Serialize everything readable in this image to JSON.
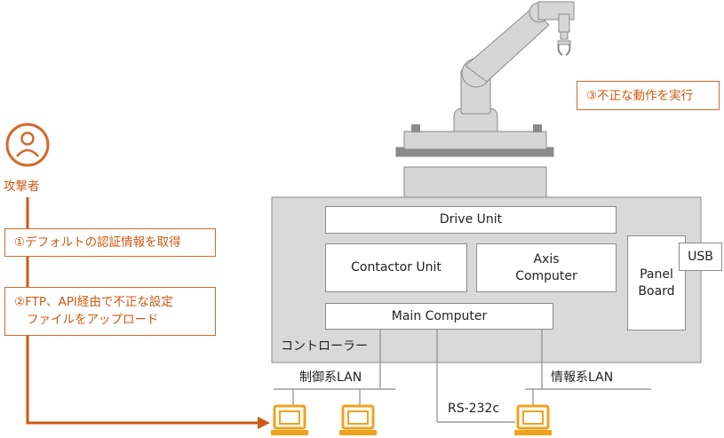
{
  "attacker": {
    "label": "攻撃者",
    "icon": "user-icon"
  },
  "steps": [
    {
      "label": "①デフォルトの認証情報を取得"
    },
    {
      "label_line1": "②FTP、API経由で不正な設定",
      "label_line2": "ファイルをアップロード"
    },
    {
      "label": "③不正な動作を実行"
    }
  ],
  "controller": {
    "label": "コントローラー",
    "modules": {
      "drive_unit": "Drive Unit",
      "contactor_unit": "Contactor Unit",
      "axis_computer_line1": "Axis",
      "axis_computer_line2": "Computer",
      "main_computer": "Main Computer",
      "panel_board_line1": "Panel",
      "panel_board_line2": "Board",
      "usb": "USB"
    }
  },
  "networks": {
    "control_lan": "制御系LAN",
    "info_lan": "情報系LAN",
    "serial": "RS-232c"
  },
  "terminals": [
    {
      "icon": "laptop-icon",
      "network": "制御系LAN"
    },
    {
      "icon": "laptop-icon",
      "network": "制御系LAN"
    },
    {
      "icon": "laptop-icon",
      "network": "RS-232c"
    }
  ],
  "colors": {
    "accent_orange": "#d36a2a",
    "laptop_orange": "#f0a21c",
    "robot_gray": "#d6d6d6",
    "outline_gray": "#8a8a8a"
  }
}
